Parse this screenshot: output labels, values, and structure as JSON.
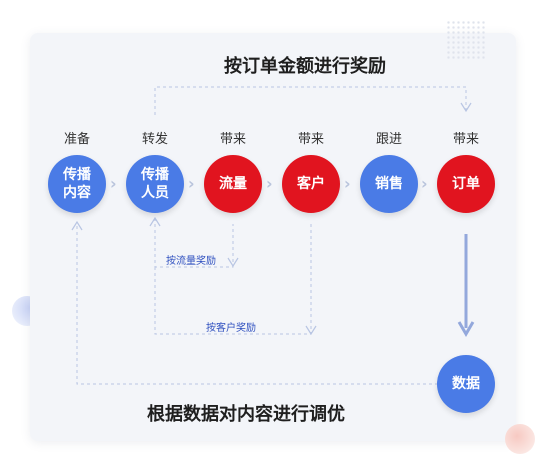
{
  "titles": {
    "top": "按订单金额进行奖励",
    "bottom": "根据数据对内容进行调优"
  },
  "steps": [
    {
      "label": "准备",
      "node_line1": "传播",
      "node_line2": "内容",
      "color": "#4a7be6"
    },
    {
      "label": "转发",
      "node_line1": "传播",
      "node_line2": "人员",
      "color": "#4a7be6"
    },
    {
      "label": "带来",
      "node_line1": "流量",
      "node_line2": "",
      "color": "#e1141f"
    },
    {
      "label": "带来",
      "node_line1": "客户",
      "node_line2": "",
      "color": "#e1141f"
    },
    {
      "label": "跟进",
      "node_line1": "销售",
      "node_line2": "",
      "color": "#4a7be6"
    },
    {
      "label": "带来",
      "node_line1": "订单",
      "node_line2": "",
      "color": "#e1141f"
    }
  ],
  "data_node": {
    "label": "数据",
    "color": "#4a7be6"
  },
  "rewards": {
    "traffic": "按流量奖励",
    "customer": "按客户奖励"
  },
  "colors": {
    "blue": "#4a7be6",
    "red": "#e1141f",
    "line": "#b8c5e3"
  }
}
